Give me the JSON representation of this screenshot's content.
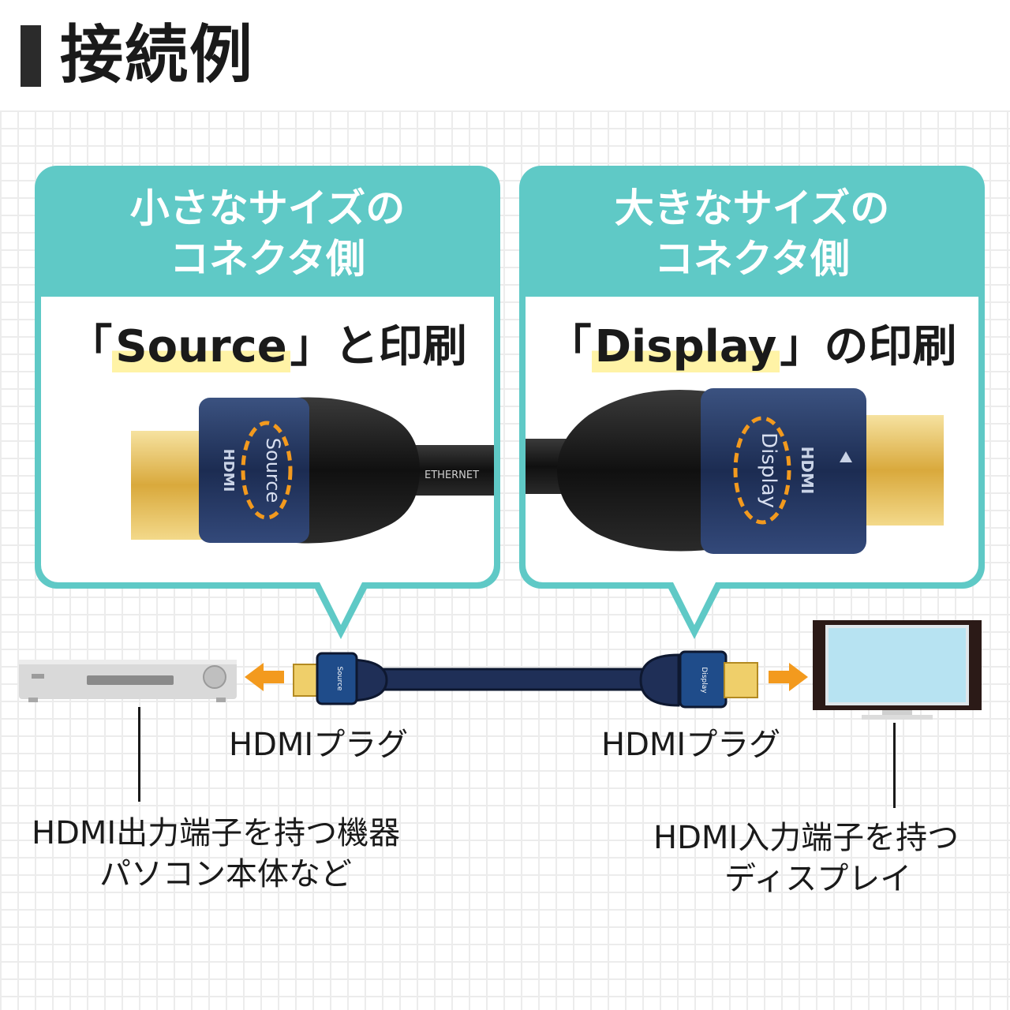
{
  "title": "接続例",
  "left_callout": {
    "heading_line1": "小さなサイズの",
    "heading_line2": "コネクタ側",
    "print_prefix": "「",
    "print_word": "Source",
    "print_suffix": "」と印刷",
    "connector_text": "Source",
    "logo_text": "HDMI",
    "cable_text": "ETHERNET"
  },
  "right_callout": {
    "heading_line1": "大きなサイズの",
    "heading_line2": "コネクタ側",
    "print_prefix": "「",
    "print_word": "Display",
    "print_suffix": "」の印刷",
    "connector_text": "Display",
    "logo_text": "HDMI"
  },
  "plug_left_label": "HDMIプラグ",
  "plug_right_label": "HDMIプラグ",
  "source_device_line1": "HDMI出力端子を持つ機器",
  "source_device_line2": "パソコン本体など",
  "display_device_line1": "HDMI入力端子を持つ",
  "display_device_line2": "ディスプレイ",
  "mini_plug_left_text": "Source",
  "mini_plug_right_text": "Display",
  "colors": {
    "teal": "#5fc9c6",
    "navy": "#1f2f57",
    "orange": "#f39a1e",
    "highlight": "#fff3a6",
    "gold": "#e8c45a"
  }
}
